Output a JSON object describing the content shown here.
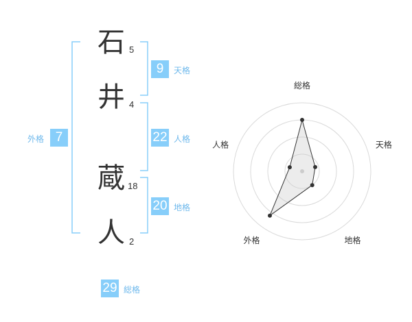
{
  "name": {
    "chars": [
      {
        "kanji": "石",
        "strokes": "5"
      },
      {
        "kanji": "井",
        "strokes": "4"
      },
      {
        "kanji": "蔵",
        "strokes": "18"
      },
      {
        "kanji": "人",
        "strokes": "2"
      }
    ]
  },
  "kakusu": {
    "tenkaku": {
      "value": "9",
      "label": "天格"
    },
    "jinkaku": {
      "value": "22",
      "label": "人格"
    },
    "chikaku": {
      "value": "20",
      "label": "地格"
    },
    "gaikaku": {
      "value": "7",
      "label": "外格"
    },
    "soukaku": {
      "value": "29",
      "label": "総格"
    }
  },
  "colors": {
    "accent": "#87cefa",
    "bracket": "#87cefa",
    "label": "#6fb9ec"
  },
  "chart_data": {
    "type": "radar",
    "axes": [
      "総格",
      "天格",
      "地格",
      "外格",
      "人格"
    ],
    "values": [
      0.75,
      0.2,
      0.25,
      0.8,
      0.19
    ],
    "rings": 4
  }
}
